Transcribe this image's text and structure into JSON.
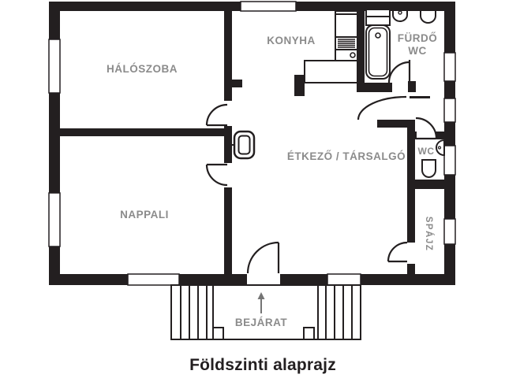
{
  "title": "Földszinti alaprajz",
  "colors": {
    "wall": "#231f20",
    "line": "#231f20",
    "room_label": "#8b8b8b",
    "arrow": "#757575",
    "background": "#ffffff"
  },
  "rooms": {
    "haloszoba": {
      "label": "HÁLÓSZOBA"
    },
    "konyha": {
      "label": "KONYHA"
    },
    "furdo_wc": {
      "label_line1": "FÜRDŐ",
      "label_line2": "WC"
    },
    "etkezo_tarsalgo": {
      "label": "ÉTKEZŐ / TÁRSALGÓ"
    },
    "nappali": {
      "label": "NAPPALI"
    },
    "wc": {
      "label": "WC"
    },
    "spajz": {
      "label": "SPÁJZ"
    }
  },
  "entrance": {
    "label": "BEJÁRAT",
    "arrow_icon": "up-arrow"
  },
  "fixture_icons": [
    "bathtub-icon",
    "bath-washbasin-icon",
    "bath-toilet-icon",
    "bath-cabinet-icon",
    "kitchen-counter-icon",
    "stove-icon",
    "kitchen-sink-icon",
    "wc-toilet-icon",
    "wc-washbasin-icon",
    "heater-icon",
    "entry-stairs-icon"
  ]
}
